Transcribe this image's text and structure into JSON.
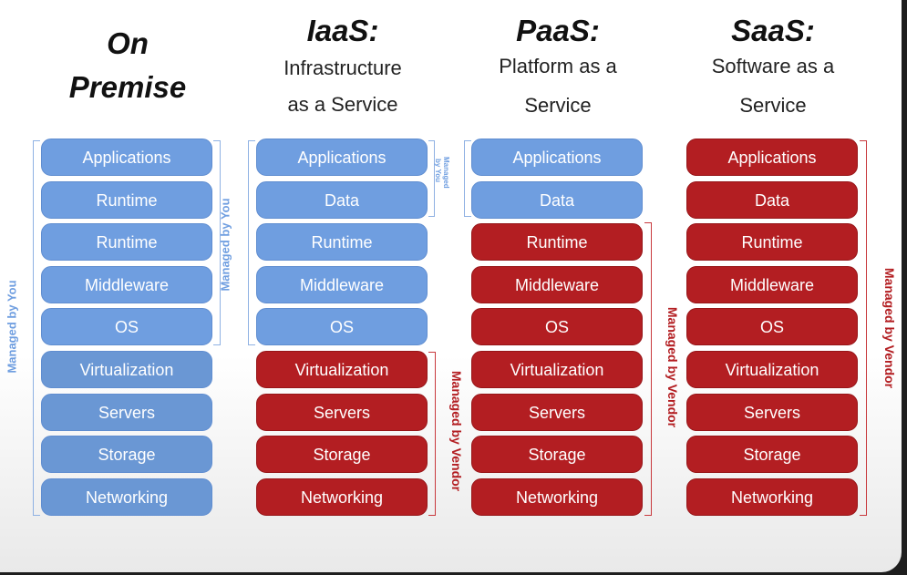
{
  "columns": [
    {
      "title": "On Premise",
      "title_lines": [
        "On",
        "Premise"
      ],
      "subtitle_lines": [],
      "layers": [
        {
          "label": "Applications",
          "managed": "you"
        },
        {
          "label": "Runtime",
          "managed": "you"
        },
        {
          "label": "Runtime",
          "managed": "you"
        },
        {
          "label": "Middleware",
          "managed": "you"
        },
        {
          "label": "OS",
          "managed": "you"
        },
        {
          "label": "Virtualization",
          "managed": "you"
        },
        {
          "label": "Servers",
          "managed": "you"
        },
        {
          "label": "Storage",
          "managed": "you"
        },
        {
          "label": "Networking",
          "managed": "you"
        }
      ]
    },
    {
      "title": "IaaS:",
      "subtitle_lines": [
        "Infrastructure",
        "as a Service"
      ],
      "layers": [
        {
          "label": "Applications",
          "managed": "you"
        },
        {
          "label": "Data",
          "managed": "you"
        },
        {
          "label": "Runtime",
          "managed": "you"
        },
        {
          "label": "Middleware",
          "managed": "you"
        },
        {
          "label": "OS",
          "managed": "you"
        },
        {
          "label": "Virtualization",
          "managed": "vendor"
        },
        {
          "label": "Servers",
          "managed": "vendor"
        },
        {
          "label": "Storage",
          "managed": "vendor"
        },
        {
          "label": "Networking",
          "managed": "vendor"
        }
      ]
    },
    {
      "title": "PaaS:",
      "subtitle_lines": [
        "Platform as a",
        "Service"
      ],
      "layers": [
        {
          "label": "Applications",
          "managed": "you"
        },
        {
          "label": "Data",
          "managed": "you"
        },
        {
          "label": "Runtime",
          "managed": "vendor"
        },
        {
          "label": "Middleware",
          "managed": "vendor"
        },
        {
          "label": "OS",
          "managed": "vendor"
        },
        {
          "label": "Virtualization",
          "managed": "vendor"
        },
        {
          "label": "Servers",
          "managed": "vendor"
        },
        {
          "label": "Storage",
          "managed": "vendor"
        },
        {
          "label": "Networking",
          "managed": "vendor"
        }
      ]
    },
    {
      "title": "SaaS:",
      "subtitle_lines": [
        "Software as a",
        "Service"
      ],
      "layers": [
        {
          "label": "Applications",
          "managed": "vendor"
        },
        {
          "label": "Data",
          "managed": "vendor"
        },
        {
          "label": "Runtime",
          "managed": "vendor"
        },
        {
          "label": "Middleware",
          "managed": "vendor"
        },
        {
          "label": "OS",
          "managed": "vendor"
        },
        {
          "label": "Virtualization",
          "managed": "vendor"
        },
        {
          "label": "Servers",
          "managed": "vendor"
        },
        {
          "label": "Storage",
          "managed": "vendor"
        },
        {
          "label": "Networking",
          "managed": "vendor"
        }
      ]
    }
  ],
  "labels": {
    "managed_by_you": "Managed by You",
    "managed_by_vendor": "Managed by Vendor",
    "managed_by_you_small": [
      "Managed",
      "by You"
    ]
  },
  "colors": {
    "you": "#6f9ee0",
    "vendor": "#b31e22",
    "background": "#ffffff",
    "frame": "#1e1e1e"
  }
}
